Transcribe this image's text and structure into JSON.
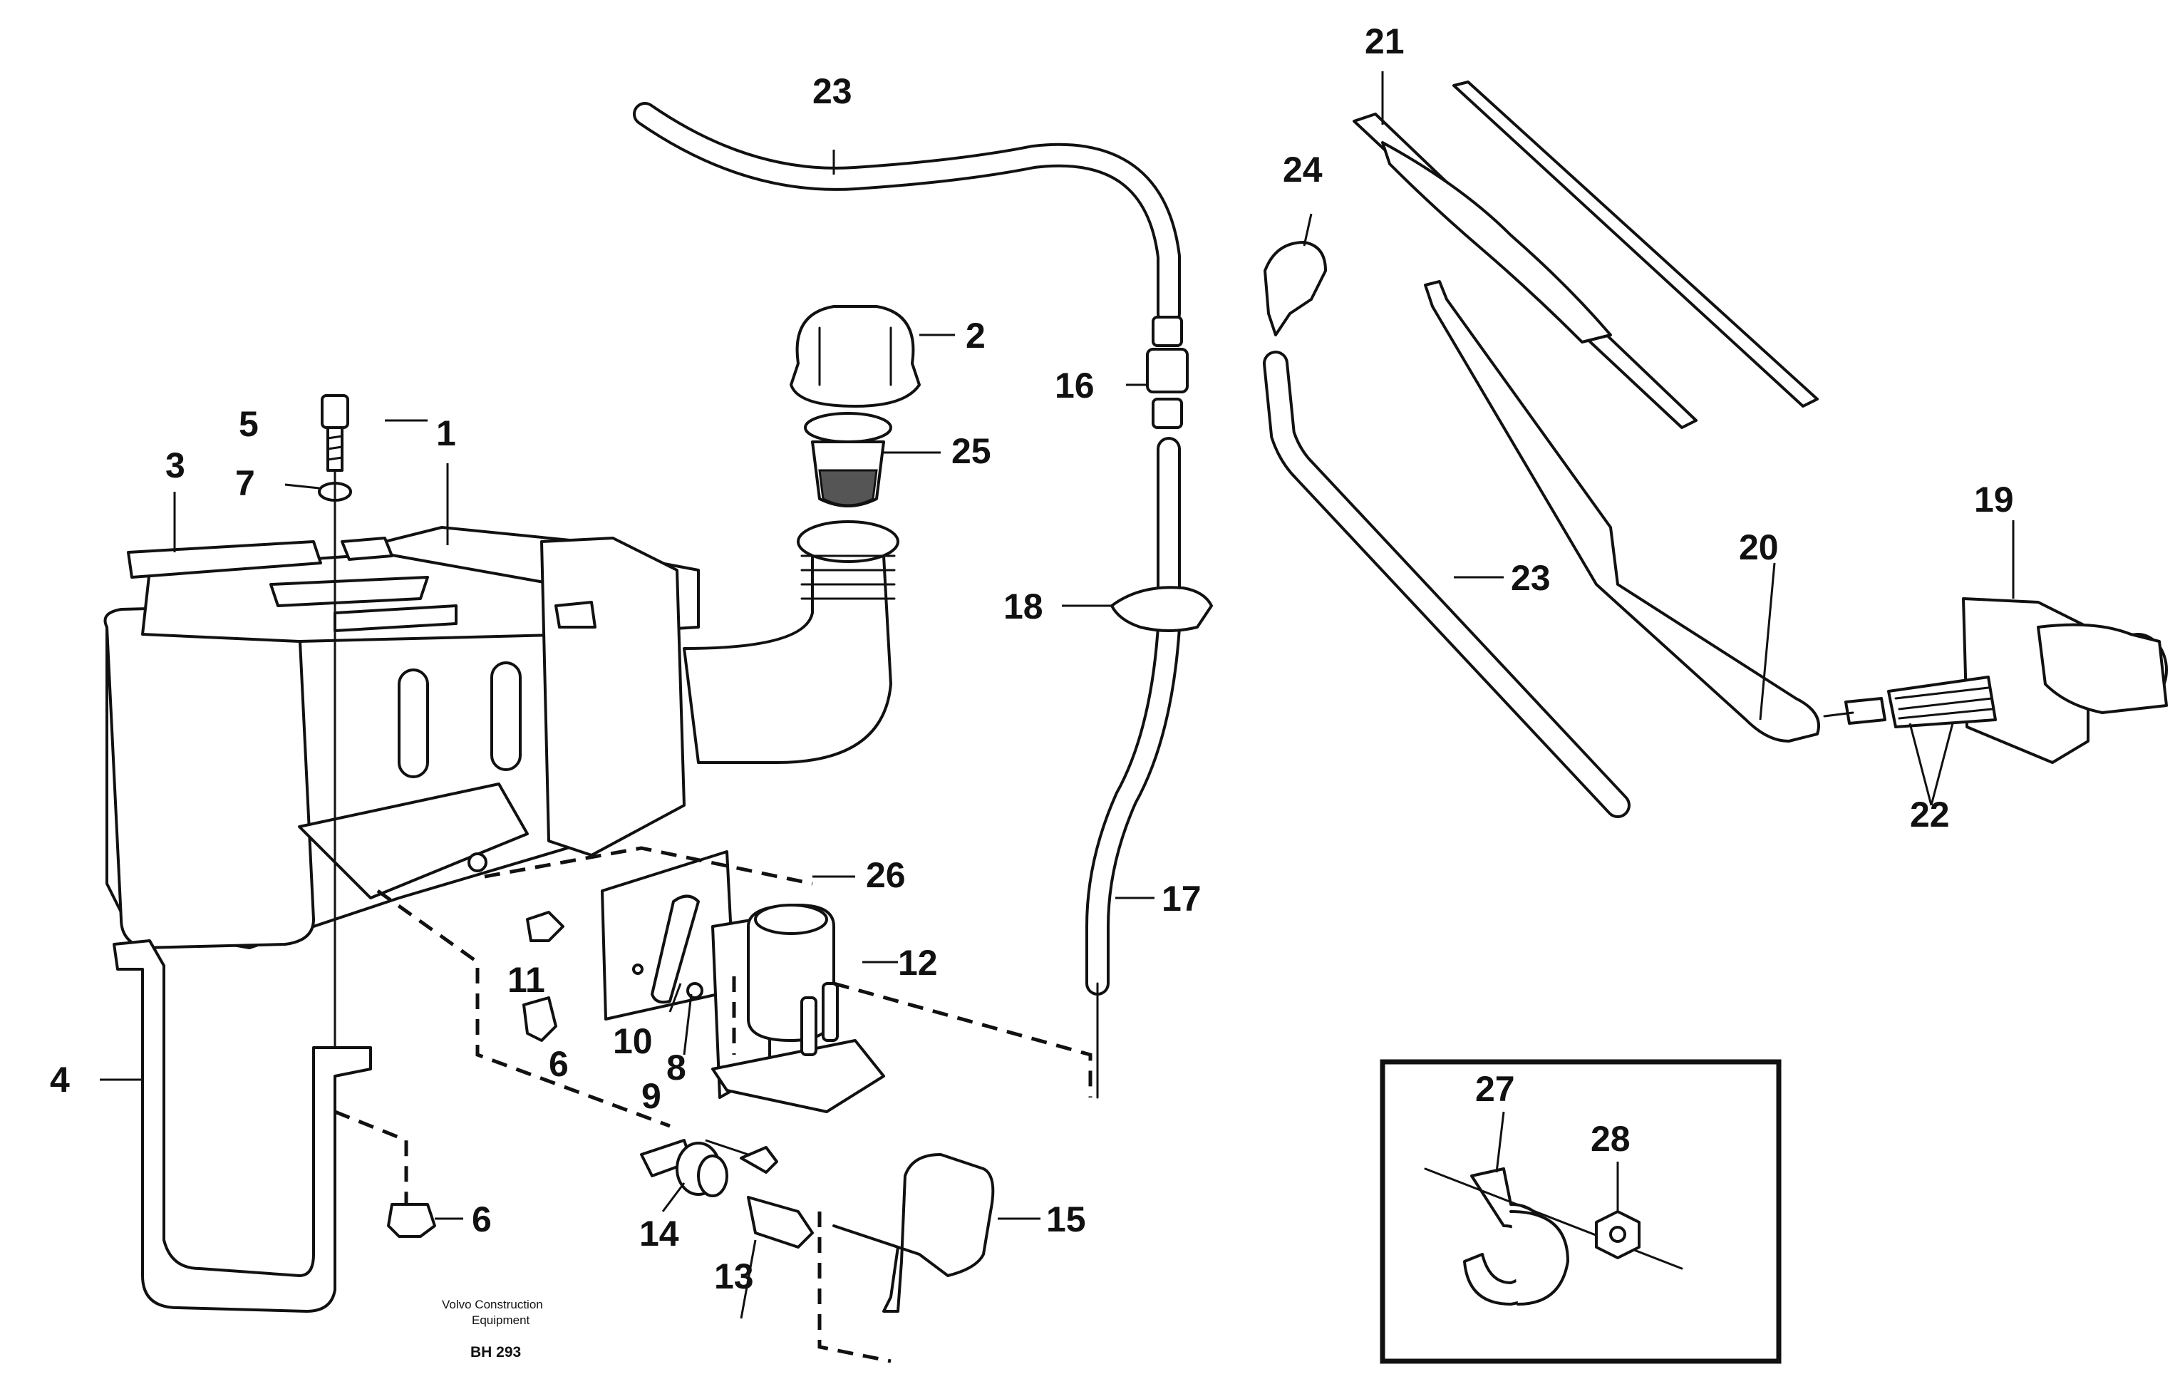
{
  "callouts": [
    "1",
    "2",
    "3",
    "4",
    "5",
    "6",
    "6",
    "7",
    "8",
    "9",
    "10",
    "11",
    "12",
    "13",
    "14",
    "15",
    "16",
    "17",
    "18",
    "19",
    "20",
    "21",
    "22",
    "23",
    "23",
    "24",
    "25",
    "26",
    "27",
    "28"
  ],
  "caption": {
    "line1": "Volvo Construction",
    "line2": "Equipment",
    "code": "BH 293"
  }
}
